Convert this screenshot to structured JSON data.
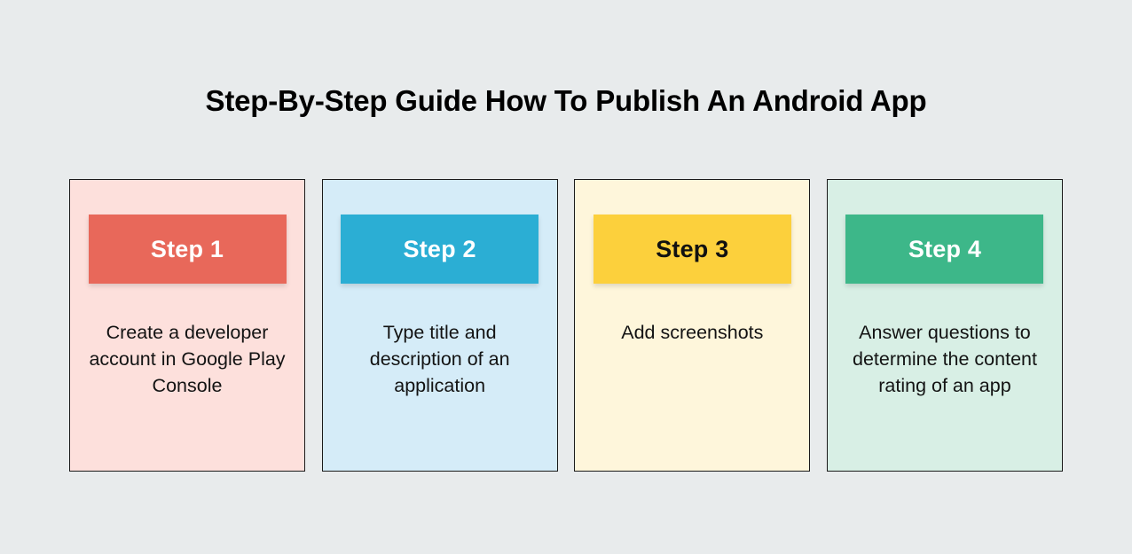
{
  "page": {
    "background_color": "#E8EBEC",
    "title": "Step-By-Step Guide How To Publish An Android App"
  },
  "cards": [
    {
      "badge_label": "Step 1",
      "description": "Create a developer account in Google Play Console",
      "card_background": "#FDE0DC",
      "badge_background": "#E8685A",
      "badge_text_color": "#FFFFFF",
      "border_color": "#1A1A1A"
    },
    {
      "badge_label": "Step 2",
      "description": "Type title and description of an application",
      "card_background": "#D5ECF8",
      "badge_background": "#2BAED4",
      "badge_text_color": "#FFFFFF",
      "border_color": "#1A1A1A"
    },
    {
      "badge_label": "Step 3",
      "description": "Add screenshots",
      "card_background": "#FEF6DB",
      "badge_background": "#FCD03C",
      "badge_text_color": "#111111",
      "border_color": "#1A1A1A"
    },
    {
      "badge_label": "Step 4",
      "description": "Answer questions to determine the content rating of an app",
      "card_background": "#D8EFE5",
      "badge_background": "#3DB789",
      "badge_text_color": "#FFFFFF",
      "border_color": "#1A1A1A"
    }
  ]
}
